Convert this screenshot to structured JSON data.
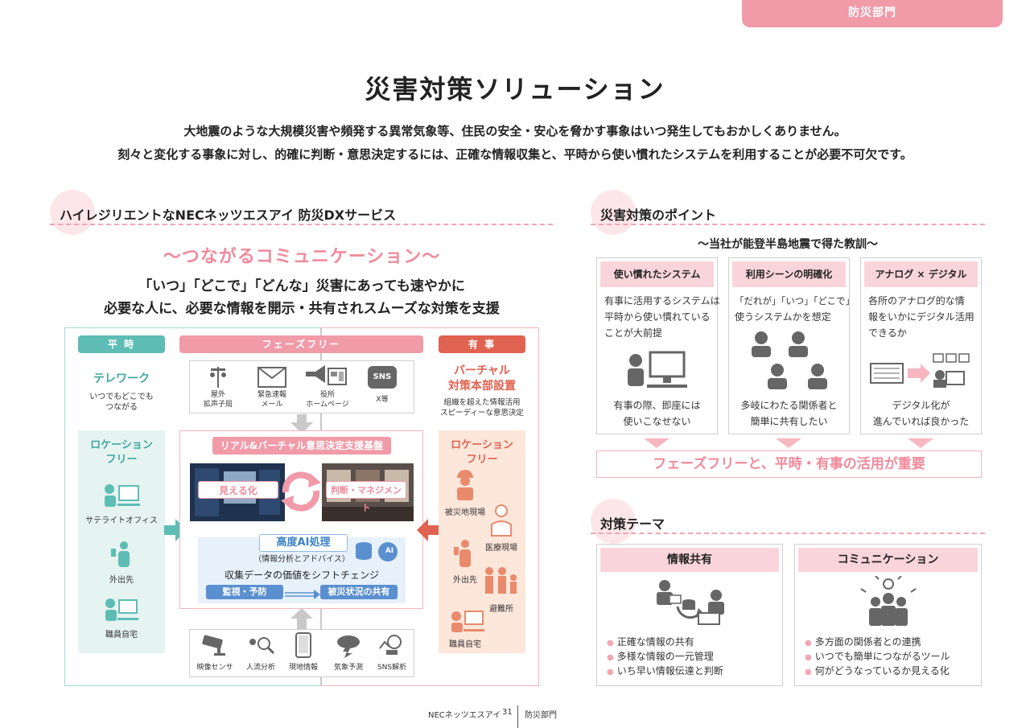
{
  "header": {
    "tab": "防災部門"
  },
  "title": "災害対策ソリューション",
  "intro": [
    "大地震のような大規模災害や頻発する異常気象等、住民の安全・安心を脅かす事象はいつ発生してもおかしくありません。",
    "刻々と変化する事象に対し、的確に判断・意思決定するには、正確な情報収集と、平時から使い慣れたシステムを利用することが必要不可欠です。"
  ],
  "left": {
    "heading": "ハイレジリエントなNECネッツエスアイ 防災DXサービス",
    "catch": "～つながるコミュニケーション～",
    "sub": [
      "「いつ」「どこで」「どんな」災害にあっても速やかに",
      "必要な人に、必要な情報を開示・共有されスムーズな対策を支援"
    ],
    "phases": {
      "heiji": "平 時",
      "free": "フェーズフリー",
      "yuji": "有 事"
    },
    "telework": {
      "title": "テレワーク",
      "desc": [
        "いつでもどこでも",
        "つながる"
      ]
    },
    "location_left": {
      "title": [
        "ロケーション",
        "フリー"
      ],
      "items": [
        "サテライトオフィス",
        "外出先",
        "職員自宅"
      ]
    },
    "channels": [
      {
        "icon": "siren-icon",
        "label": [
          "屋外",
          "拡声子局"
        ]
      },
      {
        "icon": "mail-icon",
        "label": [
          "緊急速報",
          "メール"
        ]
      },
      {
        "icon": "megaphone-icon",
        "label": [
          "役所",
          "ホームページ"
        ]
      },
      {
        "icon": "sns-icon",
        "badge": "SNS",
        "label": [
          "X等"
        ]
      }
    ],
    "partial": {
      "title": [
        "バーチャル",
        "対策本部設置"
      ],
      "desc": [
        "組織を超えた情報活用",
        "スピーディーな意思決定"
      ]
    },
    "platform": {
      "title": "リアル&バーチャル意思決定支援基盤",
      "visible": "見える化",
      "judge": "判断・マネジメント",
      "ai_title": "高度AI処理",
      "ai_badge": "AI",
      "ai_sub": "（情報分析とアドバイス）",
      "ai_desc": "収集データの価値をシフトチェンジ",
      "from": "監視・予防",
      "to": "被災状況の共有"
    },
    "location_right": {
      "title": [
        "ロケーション",
        "フリー"
      ],
      "items": [
        "被災地現場",
        "医療現場",
        "外出先",
        "避難所",
        "職員自宅"
      ]
    },
    "sensors": [
      {
        "icon": "camera-icon",
        "label": "映像センサ"
      },
      {
        "icon": "people-flow-icon",
        "label": "人流分析"
      },
      {
        "icon": "smartphone-icon",
        "label": "現地情報"
      },
      {
        "icon": "weather-icon",
        "label": "気象予測"
      },
      {
        "icon": "sns-analysis-icon",
        "label": "SNS解析"
      }
    ]
  },
  "right": {
    "points_heading": "災害対策のポイント",
    "lesson": "～当社が能登半島地震で得た教訓～",
    "points": [
      {
        "title": "使い慣れたシステム",
        "body": [
          "有事に活用するシステムは",
          "平時から使い慣れている",
          "ことが大前提"
        ],
        "bottom": [
          "有事の際、即座には",
          "使いこなせない"
        ]
      },
      {
        "title": "利用シーンの明確化",
        "body": [
          "「だれが」「いつ」「どこで」",
          "使うシステムかを想定"
        ],
        "bottom": [
          "多岐にわたる関係者と",
          "簡単に共有したい"
        ]
      },
      {
        "title": "アナログ × デジタル",
        "body": [
          "各所のアナログ的な情",
          "報をいかにデジタル活用",
          "できるか"
        ],
        "bottom": [
          "デジタル化が",
          "進んでいれば良かった"
        ]
      }
    ],
    "conclusion": "フェーズフリーと、平時・有事の活用が重要",
    "themes_heading": "対策テーマ",
    "themes": [
      {
        "title": "情報共有",
        "bullets": [
          "正確な情報の共有",
          "多様な情報の一元管理",
          "いち早い情報伝達と判断"
        ]
      },
      {
        "title": "コミュニケーション",
        "bullets": [
          "多方面の関係者との連携",
          "いつでも簡単につながるツール",
          "何がどうなっているか見える化"
        ]
      }
    ]
  },
  "footer": {
    "company": "NECネッツエスアイ",
    "page": "31",
    "dept": "防災部門"
  },
  "colors": {
    "pink": "#f19aa8",
    "teal": "#5dbdb5",
    "red": "#e06250",
    "light_pink": "#f9d5db"
  }
}
